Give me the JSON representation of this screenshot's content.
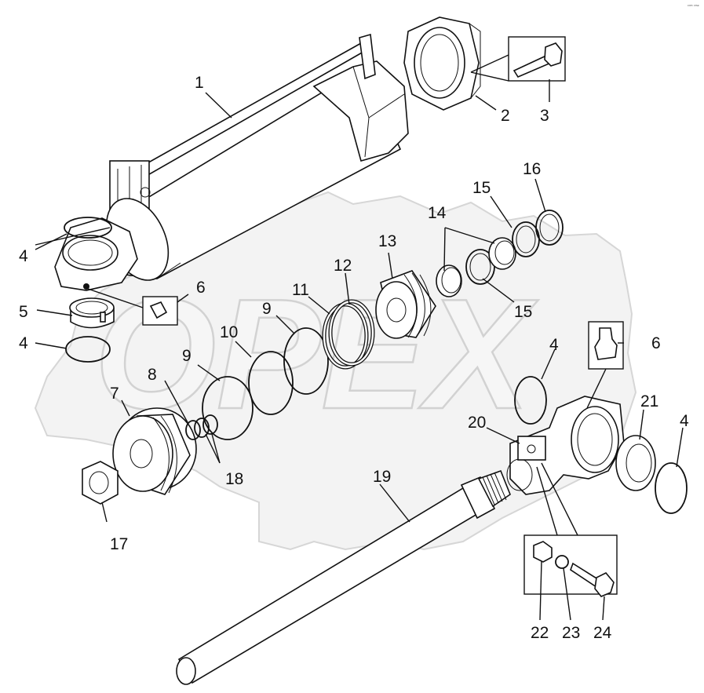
{
  "corner_mark": "ᶜᵒᵐ ᵒʳˢᵉ",
  "watermark": {
    "text": "OPEX"
  },
  "callouts": [
    {
      "id": "c1",
      "text": "1"
    },
    {
      "id": "c2",
      "text": "2"
    },
    {
      "id": "c3",
      "text": "3"
    },
    {
      "id": "c4a",
      "text": "4"
    },
    {
      "id": "c4b",
      "text": "4"
    },
    {
      "id": "c4c",
      "text": "4"
    },
    {
      "id": "c4d",
      "text": "4"
    },
    {
      "id": "c5",
      "text": "5"
    },
    {
      "id": "c6a",
      "text": "6"
    },
    {
      "id": "c6b",
      "text": "6"
    },
    {
      "id": "c7",
      "text": "7"
    },
    {
      "id": "c8",
      "text": "8"
    },
    {
      "id": "c9a",
      "text": "9"
    },
    {
      "id": "c9b",
      "text": "9"
    },
    {
      "id": "c10",
      "text": "10"
    },
    {
      "id": "c11",
      "text": "11"
    },
    {
      "id": "c12",
      "text": "12"
    },
    {
      "id": "c13",
      "text": "13"
    },
    {
      "id": "c14",
      "text": "14"
    },
    {
      "id": "c15a",
      "text": "15"
    },
    {
      "id": "c15b",
      "text": "15"
    },
    {
      "id": "c16",
      "text": "16"
    },
    {
      "id": "c17",
      "text": "17"
    },
    {
      "id": "c18",
      "text": "18"
    },
    {
      "id": "c19",
      "text": "19"
    },
    {
      "id": "c20",
      "text": "20"
    },
    {
      "id": "c21",
      "text": "21"
    },
    {
      "id": "c22",
      "text": "22"
    },
    {
      "id": "c23",
      "text": "23"
    },
    {
      "id": "c24",
      "text": "24"
    }
  ]
}
